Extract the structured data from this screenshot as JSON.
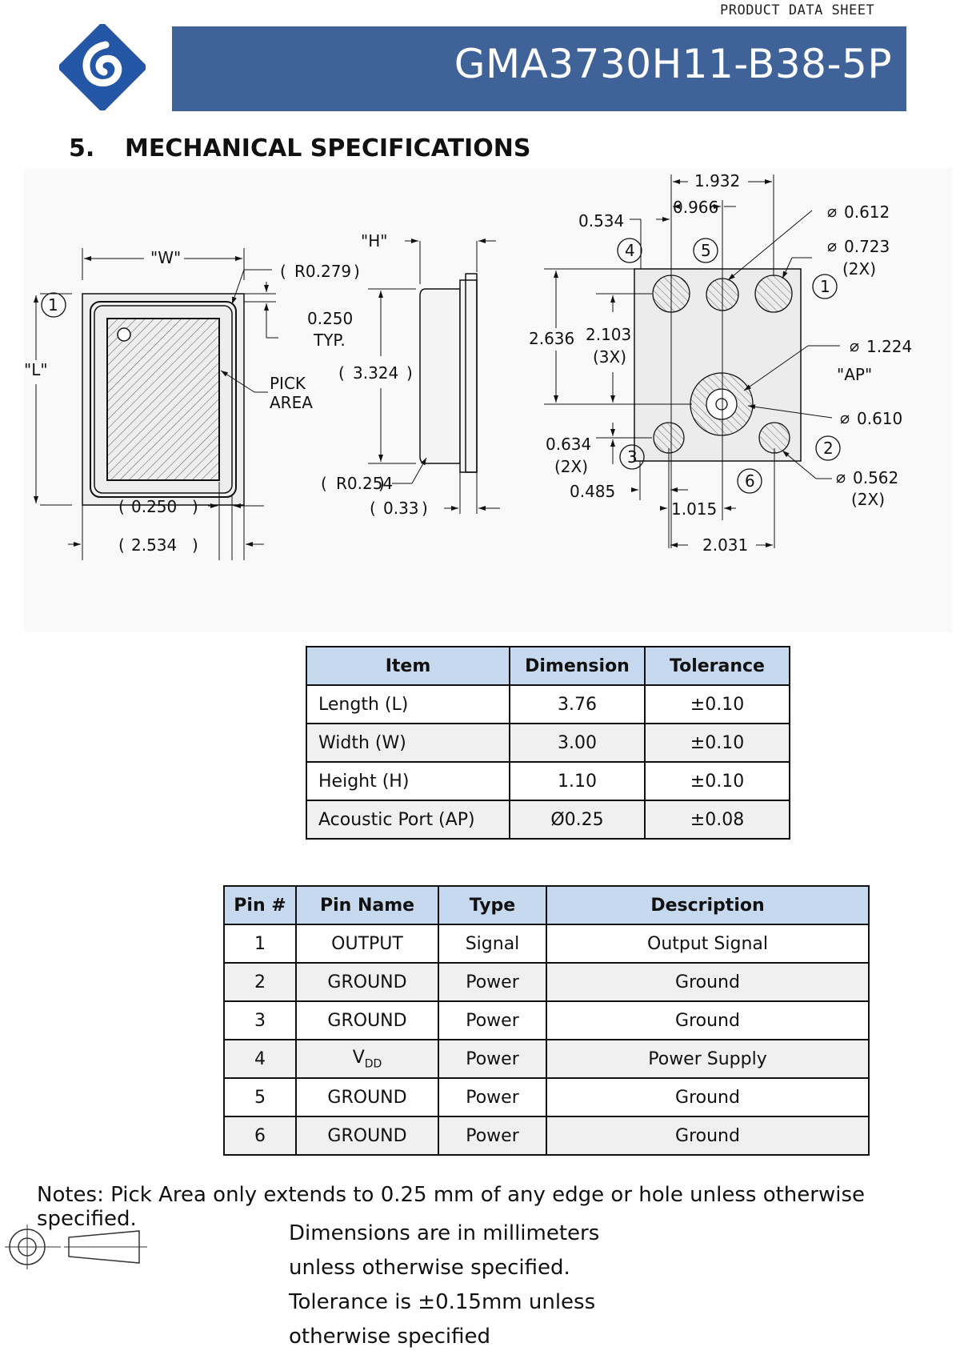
{
  "header": {
    "doc_label": "PRODUCT DATA SHEET",
    "part_number": "GMA3730H11-B38-5P"
  },
  "section": {
    "number": "5.",
    "title": "MECHANICAL SPECIFICATIONS"
  },
  "drawing": {
    "top_view": {
      "width_label": "\"W\"",
      "length_label": "\"L\"",
      "corner_radius": "R0.279",
      "edge_typ": "0.250",
      "edge_typ_suffix": "TYP.",
      "pick_area_1": "PICK",
      "pick_area_2": "AREA",
      "edge_bottom": "0.250",
      "width_dim": "2.534",
      "pin1": "1"
    },
    "side_view": {
      "height_label": "\"H\"",
      "height_dim": "3.324",
      "corner_radius": "R0.254",
      "thickness": "0.33"
    },
    "bottom_view": {
      "d1": "1.932",
      "d2": "0.966",
      "d3": "0.534",
      "pad_small": "0.612",
      "pad_large": "0.723",
      "pad_large_qty": "(2X)",
      "ring_dia": "1.224",
      "ap_label": "\"AP\"",
      "port_dia": "0.610",
      "v1": "2.636",
      "v2": "2.103",
      "v2_qty": "(3X)",
      "v3": "0.634",
      "v3_qty": "(2X)",
      "h1": "0.485",
      "h2": "1.015",
      "h3": "2.031",
      "pad_corner": "0.562",
      "pad_corner_qty": "(2X)",
      "pins": [
        "1",
        "2",
        "3",
        "4",
        "5",
        "6"
      ]
    }
  },
  "dimension_table": {
    "headers": [
      "Item",
      "Dimension",
      "Tolerance"
    ],
    "rows": [
      [
        "Length (L)",
        "3.76",
        "±0.10"
      ],
      [
        "Width (W)",
        "3.00",
        "±0.10"
      ],
      [
        "Height (H)",
        "1.10",
        "±0.10"
      ],
      [
        "Acoustic Port (AP)",
        "Ø0.25",
        "±0.08"
      ]
    ]
  },
  "pin_table": {
    "headers": [
      "Pin #",
      "Pin Name",
      "Type",
      "Description"
    ],
    "rows": [
      {
        "pin": "1",
        "name": "OUTPUT",
        "sub": "",
        "type": "Signal",
        "desc": "Output Signal"
      },
      {
        "pin": "2",
        "name": "GROUND",
        "sub": "",
        "type": "Power",
        "desc": "Ground"
      },
      {
        "pin": "3",
        "name": "GROUND",
        "sub": "",
        "type": "Power",
        "desc": "Ground"
      },
      {
        "pin": "4",
        "name": "V",
        "sub": "DD",
        "type": "Power",
        "desc": "Power Supply"
      },
      {
        "pin": "5",
        "name": "GROUND",
        "sub": "",
        "type": "Power",
        "desc": "Ground"
      },
      {
        "pin": "6",
        "name": "GROUND",
        "sub": "",
        "type": "Power",
        "desc": "Ground"
      }
    ]
  },
  "notes": {
    "main": "Notes: Pick Area only extends to 0.25 mm of any edge or hole unless otherwise specified.",
    "lines": [
      "Dimensions are in millimeters",
      "unless otherwise specified.",
      "Tolerance is ±0.15mm unless",
      "otherwise specified"
    ]
  },
  "colors": {
    "banner": "#3f6399",
    "logo": "#2456a6",
    "table_header": "#c6d9ef"
  }
}
